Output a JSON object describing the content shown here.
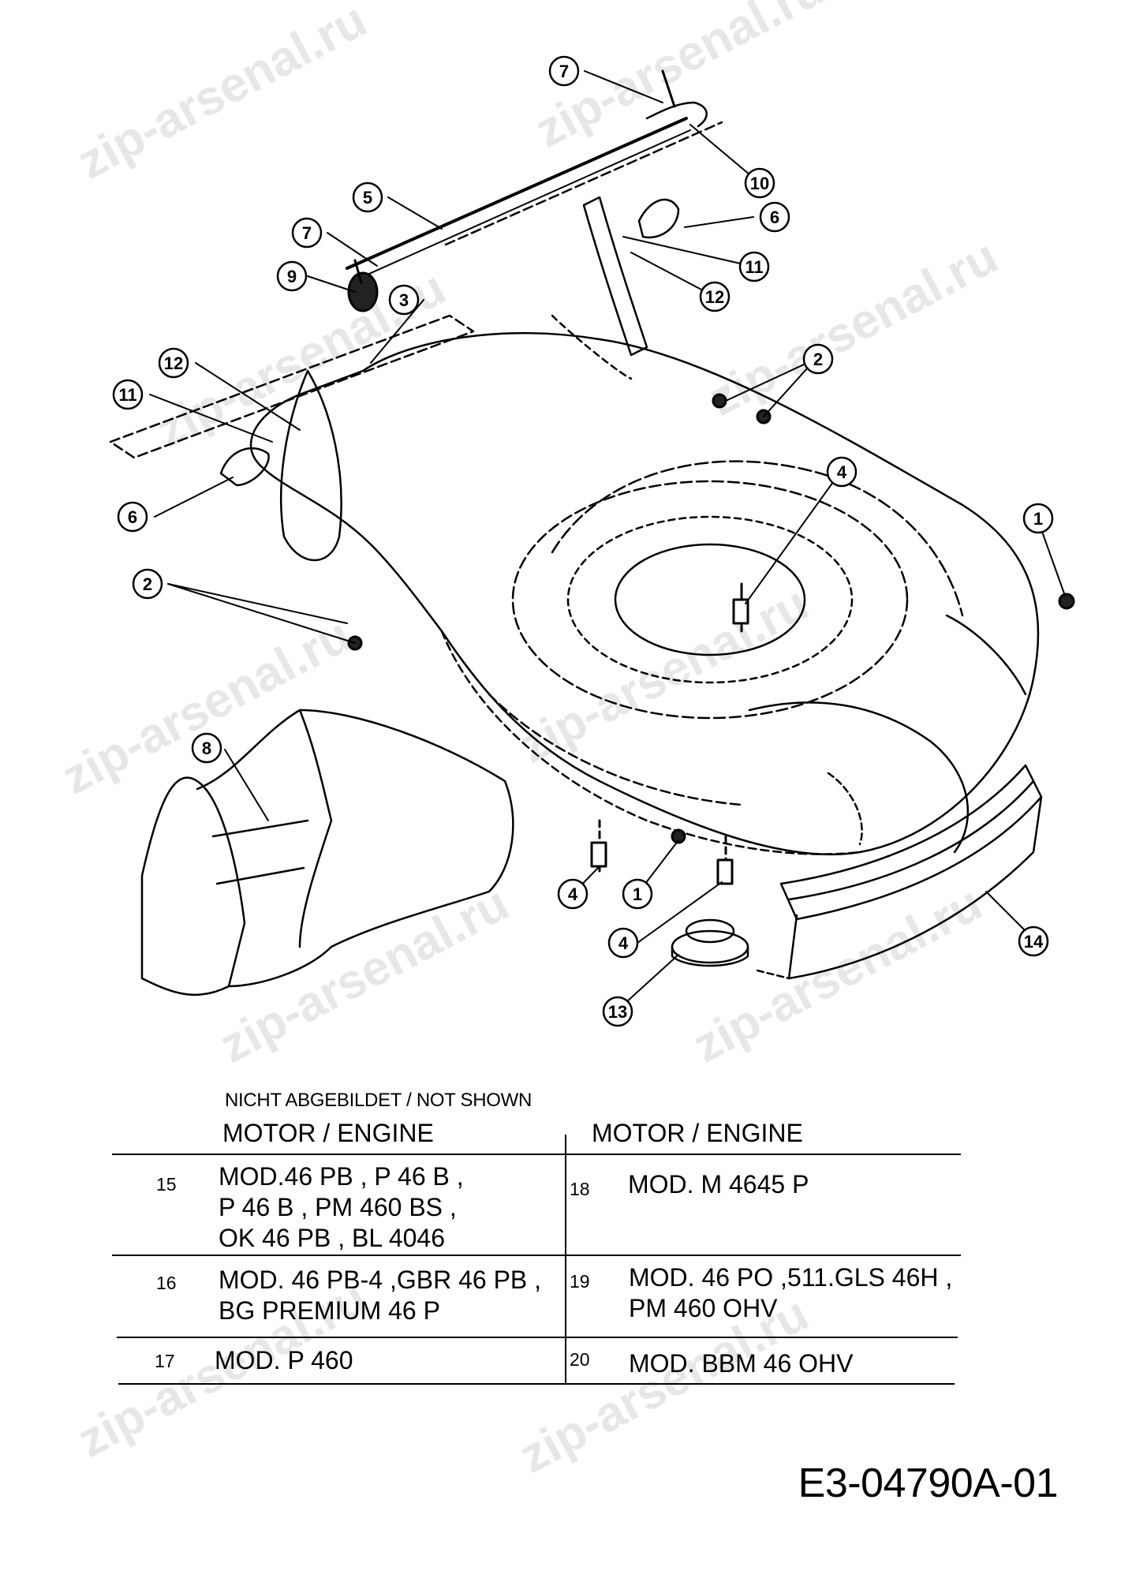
{
  "diagram": {
    "callouts": [
      "7",
      "10",
      "5",
      "6",
      "7",
      "11",
      "9",
      "3",
      "12",
      "2",
      "12",
      "11",
      "4",
      "6",
      "1",
      "2",
      "8",
      "4",
      "1",
      "4",
      "13",
      "14"
    ]
  },
  "watermark": "zip-arsenal.ru",
  "not_shown_label": "NICHT ABGEBILDET / NOT SHOWN",
  "table": {
    "header_left": "MOTOR / ENGINE",
    "header_right": "MOTOR / ENGINE",
    "rows": [
      {
        "left_num": "15",
        "left_lines": [
          "MOD.46 PB , P 46 B ,",
          "P 46 B , PM 460 BS ,",
          "OK 46 PB , BL 4046"
        ],
        "right_num": "18",
        "right_lines": [
          "MOD. M 4645 P"
        ]
      },
      {
        "left_num": "16",
        "left_lines": [
          "MOD. 46 PB-4 ,GBR 46 PB ,",
          "BG PREMIUM 46 P"
        ],
        "right_num": "19",
        "right_lines": [
          "MOD. 46 PO ,511.GLS 46H ,",
          "PM 460 OHV"
        ]
      },
      {
        "left_num": "17",
        "left_lines": [
          "MOD. P 460"
        ],
        "right_num": "20",
        "right_lines": [
          "MOD. BBM 46 OHV"
        ]
      }
    ]
  },
  "drawing_code": "E3-04790A-01"
}
